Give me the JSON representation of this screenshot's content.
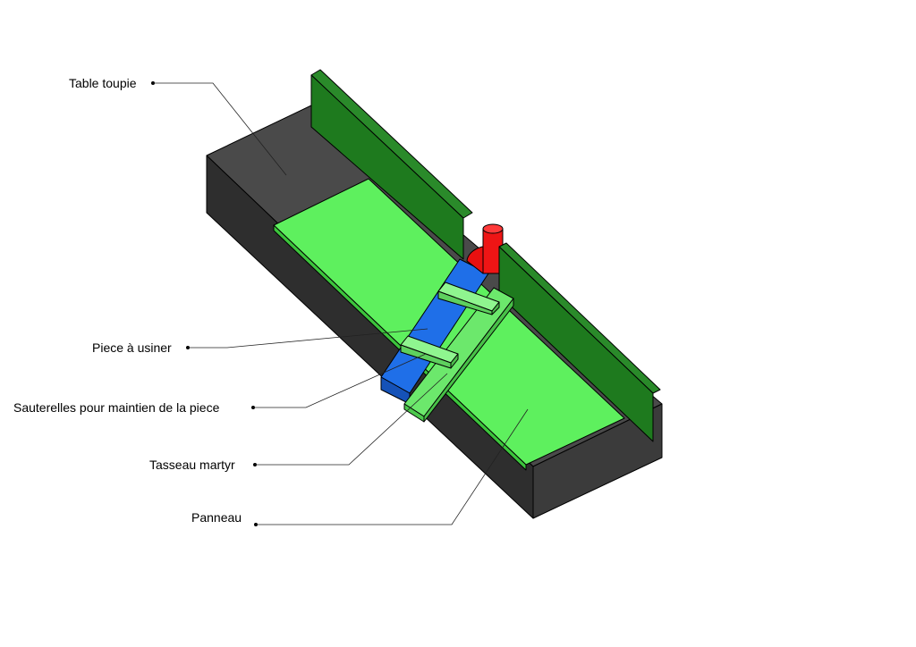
{
  "labels": {
    "table_toupie": "Table toupie",
    "piece_a_usiner": "Piece à usiner",
    "sauterelles": "Sauterelles pour maintien de la piece",
    "tasseau_martyr": "Tasseau martyr",
    "panneau": "Panneau"
  },
  "colors": {
    "table_top": "#4a4a4a",
    "table_front": "#2f2f2f",
    "table_side": "#3a3a3a",
    "fence": "#1e7a1e",
    "fence_dark": "#145814",
    "panel": "#5ef05e",
    "panel_edge": "#3cc43c",
    "workpiece": "#1f6fe8",
    "workpiece_dark": "#1552b8",
    "cutter": "#e81010",
    "clamp": "#8ff58f",
    "batten": "#6ce86c"
  }
}
